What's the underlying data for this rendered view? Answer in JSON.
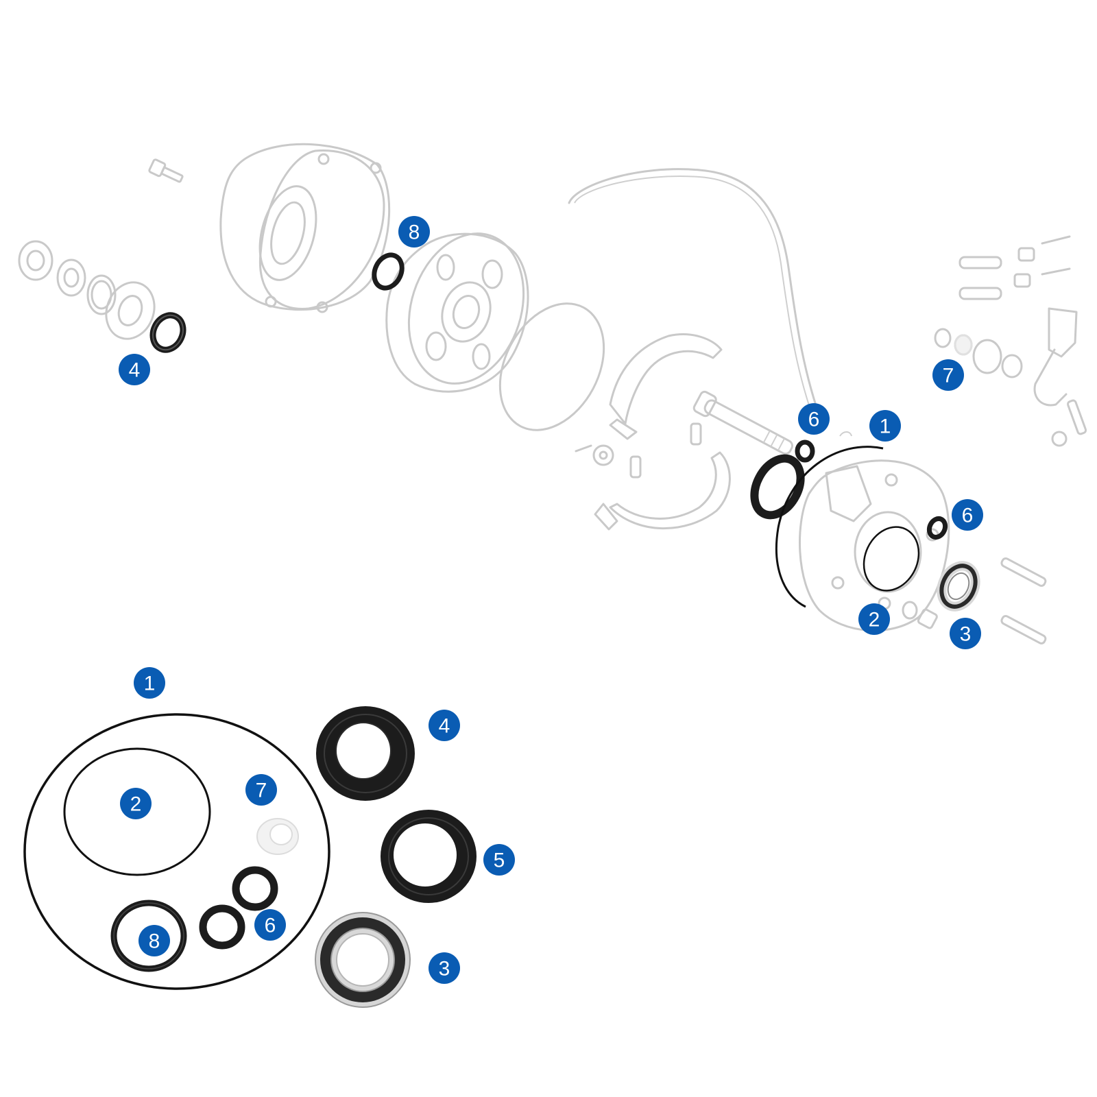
{
  "colors": {
    "badge": "#0a5cb3",
    "badge_text": "#ffffff",
    "seal_rubber": "#1c1c1c",
    "oring": "#111111",
    "ghost_line": "#c9c9c9",
    "washer_white": "#f2f2f2",
    "bearing_shield": "#2a2a2a",
    "bearing_race": "#d8d8d8"
  },
  "exploded_view": {
    "callouts": [
      "8",
      "4",
      "7",
      "6",
      "1",
      "6",
      "2",
      "3"
    ]
  },
  "parts_kit": {
    "callouts": [
      "1",
      "4",
      "2",
      "7",
      "5",
      "6",
      "8",
      "3"
    ]
  }
}
